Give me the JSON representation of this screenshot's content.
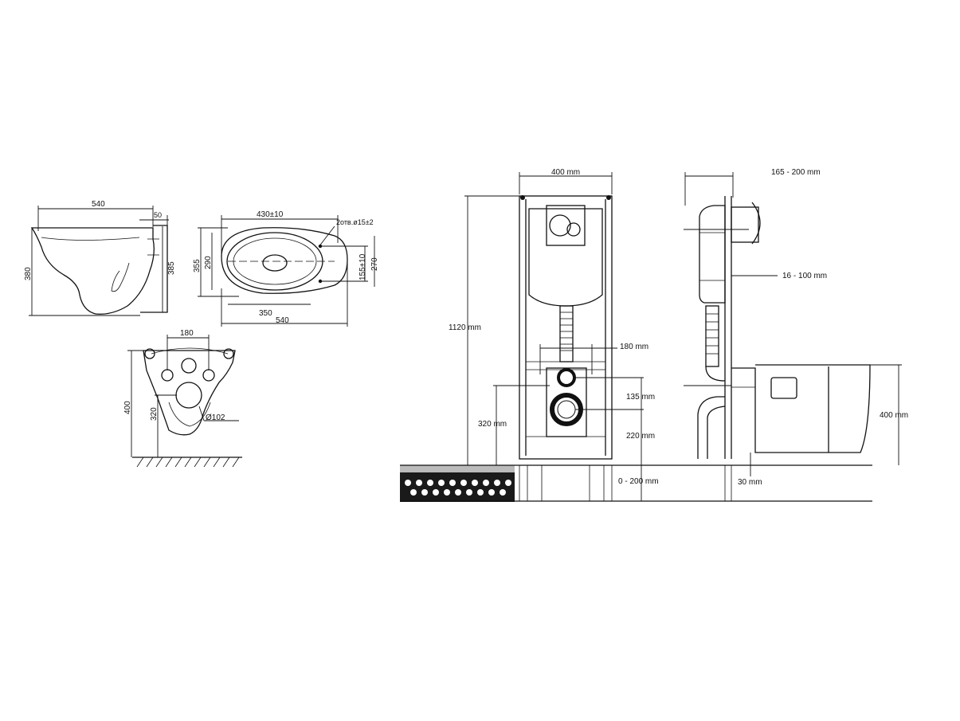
{
  "bowl_side": {
    "width": "540",
    "rear": "50",
    "height": "380",
    "height_rear": "385"
  },
  "bowl_top": {
    "length_holes": "430±10",
    "width_outer": "355",
    "width_inner": "290",
    "holes": "2отв.ø15±2",
    "hole_offset": "155±10",
    "width_rear": "270",
    "length_inner": "350",
    "length": "540"
  },
  "bowl_front": {
    "hole_spacing": "180",
    "height": "400",
    "outlet_height": "320",
    "outlet_diameter": "Ø102"
  },
  "frame_front": {
    "width": "400 mm",
    "height": "1120 mm",
    "stud_spacing": "180 mm",
    "stud_height": "320 mm",
    "stud_to_outlet": "135 mm",
    "outlet_height": "220 mm",
    "floor": "0 - 200 mm"
  },
  "frame_side": {
    "depth": "165 - 200 mm",
    "depth_adjust": "16 - 100 mm",
    "bowl_height": "400 mm",
    "floor_gap": "30 mm"
  }
}
